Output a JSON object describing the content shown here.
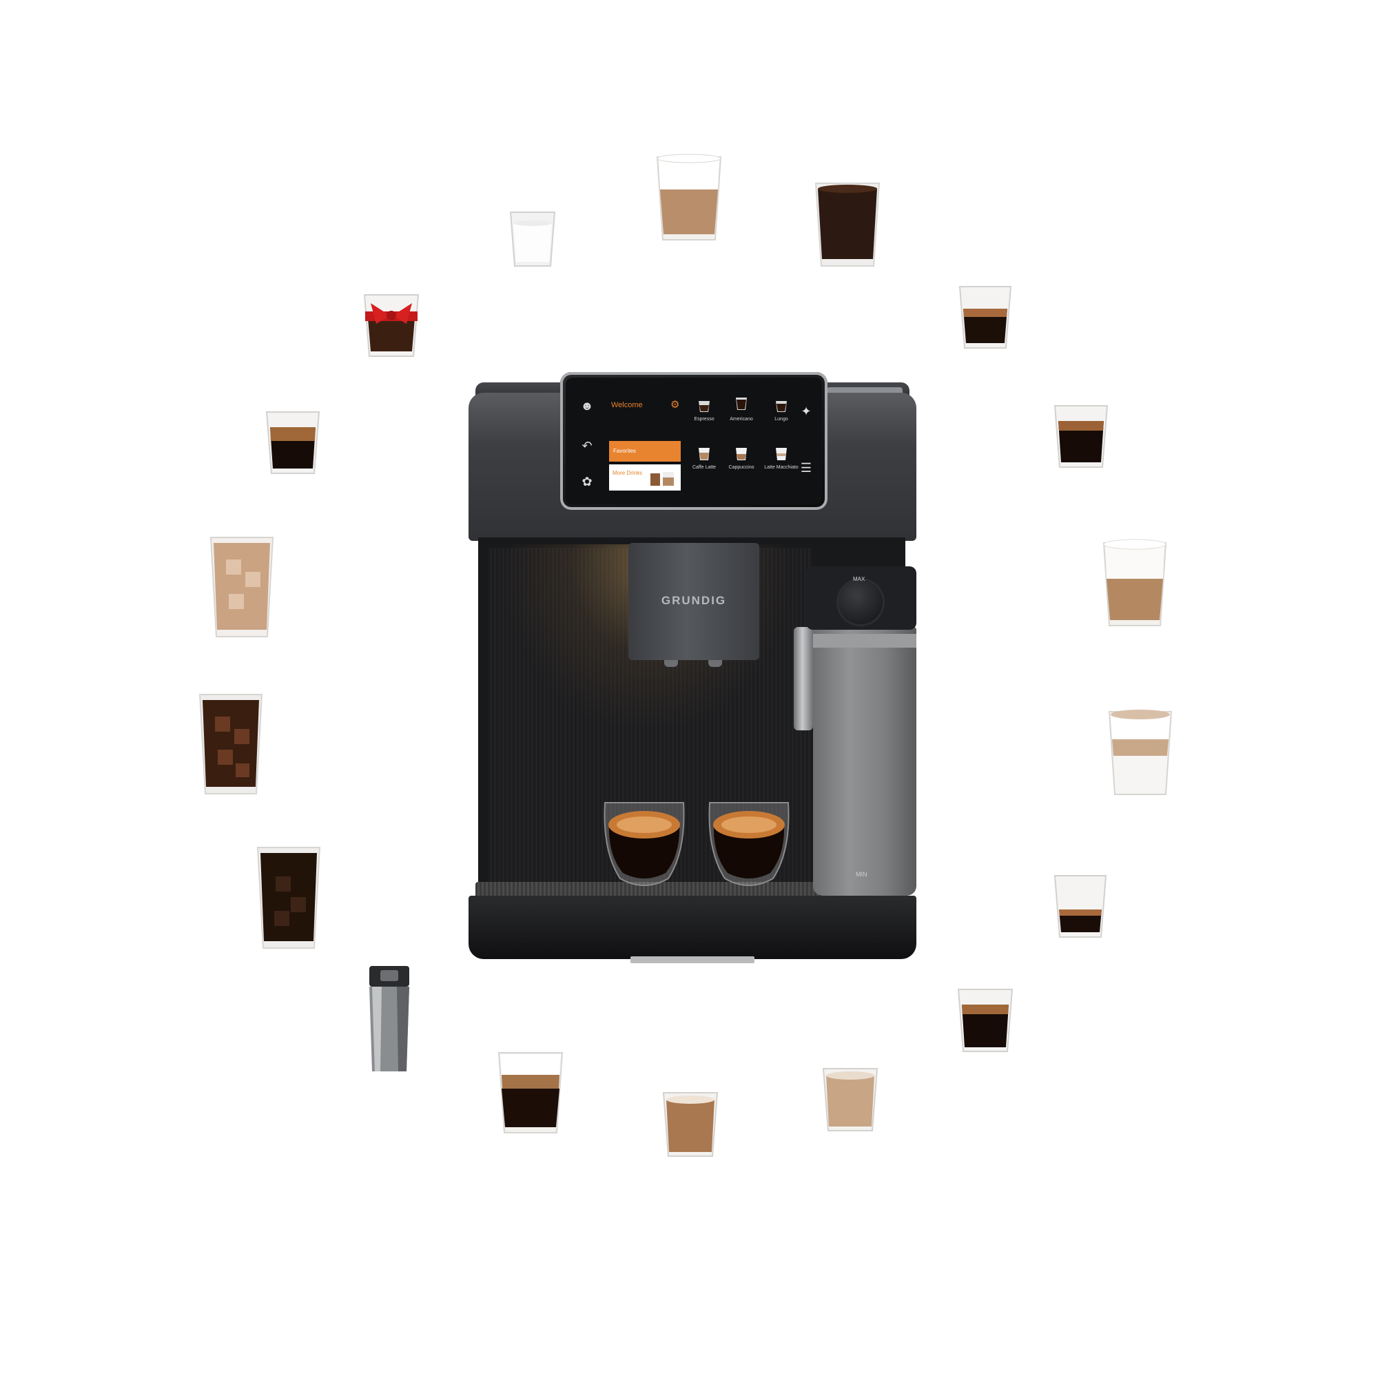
{
  "brand": "GRUNDIG",
  "screen": {
    "welcome": "Welcome",
    "favorites_label": "Favorites",
    "more_drinks_label": "More Drinks",
    "drinks": [
      {
        "label": "Espresso"
      },
      {
        "label": "Americano"
      },
      {
        "label": "Lungo"
      },
      {
        "label": "Caffe Latte"
      },
      {
        "label": "Cappuccino"
      },
      {
        "label": "Latte Macchiato"
      }
    ],
    "icons": {
      "profile": "user-icon",
      "back": "back-arrow-icon",
      "eco": "leaf-icon",
      "settings": "gear-icon",
      "clean": "sparkle-icon",
      "menu": "list-add-icon"
    },
    "accent_color": "#e8832f"
  },
  "milk_jug": {
    "max_label": "MAX",
    "min_label": "MIN"
  },
  "drinks_around": [
    "milk",
    "latte",
    "americano",
    "espresso",
    "gift-coffee",
    "coffee",
    "iced-latte",
    "iced-coffee",
    "cold-brew",
    "travel-mug",
    "cortado",
    "cappuccino",
    "flat-white",
    "lungo",
    "ristretto",
    "latte-macchiato"
  ]
}
